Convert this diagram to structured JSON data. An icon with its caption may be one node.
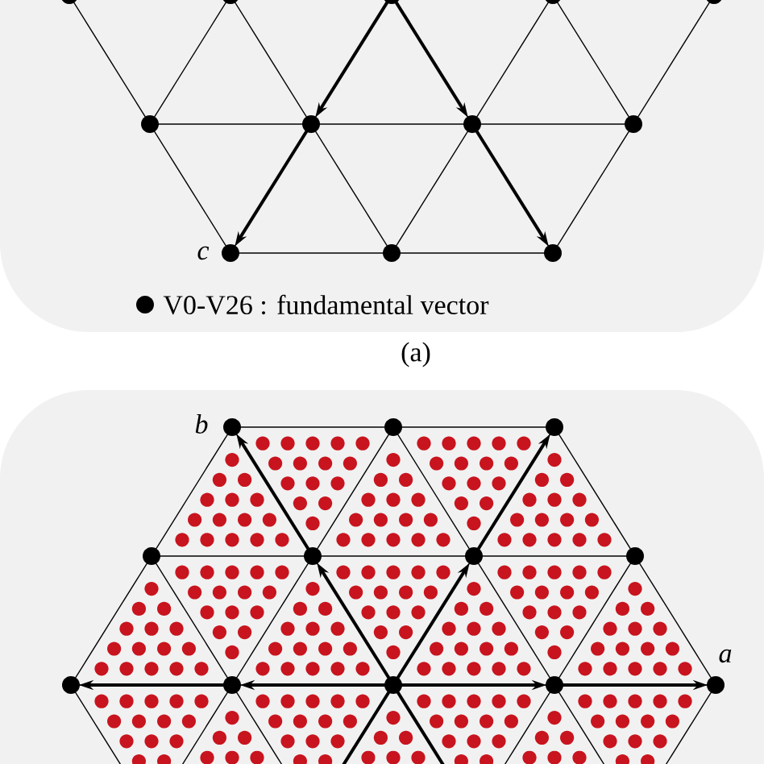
{
  "diagram": {
    "labels": [
      "c",
      "(a)",
      "b",
      "a"
    ],
    "legend": [
      {
        "text": "V0-V26 : fundamental vector"
      }
    ]
  }
}
